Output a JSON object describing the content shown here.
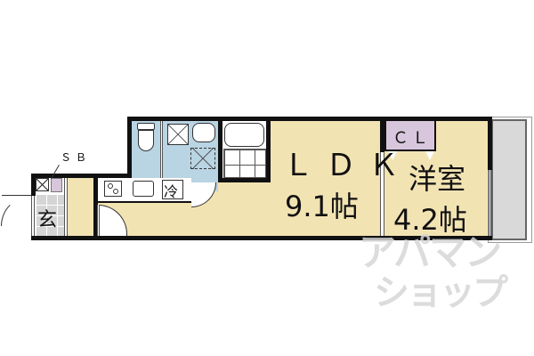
{
  "floorplan": {
    "rooms": {
      "ldk": {
        "name": "ＬＤＫ",
        "size": "9.1帖"
      },
      "bedroom": {
        "name": "洋室",
        "size": "4.2帖"
      },
      "closet": {
        "label": "ＣＬ"
      },
      "entrance": {
        "label": "玄"
      },
      "shoe_box": {
        "label": "ＳＢ"
      },
      "fridge": {
        "label": "冷"
      }
    },
    "colors": {
      "wall": "#111111",
      "living": "#f2e3b3",
      "wet_area": "#b9d4e3",
      "closet": "#d7c6dc",
      "balcony": "#d9d9d9",
      "entrance": "#d5d5d5"
    },
    "watermark": {
      "line1": "アパマン",
      "line2": "ショップ"
    }
  }
}
